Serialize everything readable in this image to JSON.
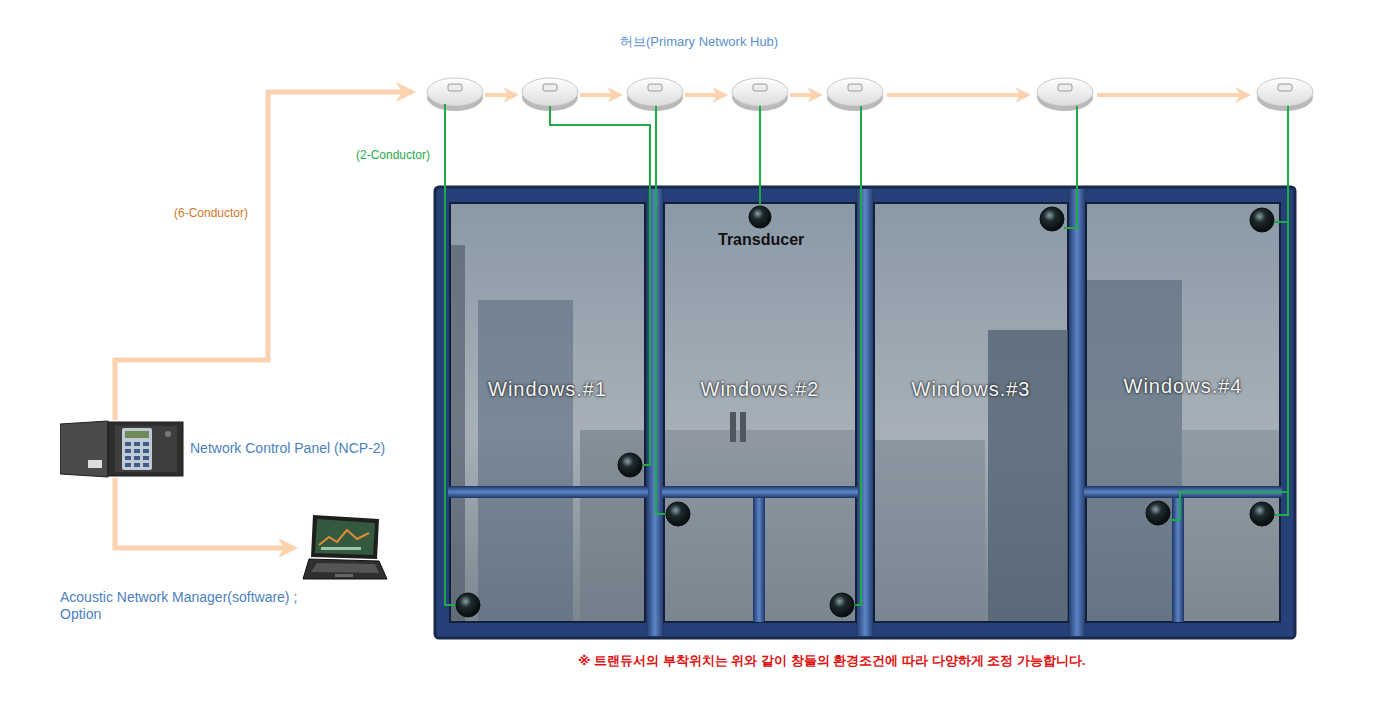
{
  "diagram": {
    "nodes": [
      {
        "text": [
          "Windows.#1"
        ]
      },
      {
        "text": [
          "Windows.#2"
        ]
      },
      {
        "text": [
          "Windows.#3"
        ]
      },
      {
        "text": [
          "Windows.#4"
        ]
      },
      {
        "text": [
          "Network Control Panel (NCP-2)"
        ]
      },
      {
        "text": [
          "Acoustic Network Manager(software) ; Option"
        ]
      }
    ],
    "edges": [
      {
        "from": 4,
        "to": 5,
        "arrow": "to"
      }
    ],
    "labels": [
      "허브(Primary Network Hub)",
      "(2-Conductor)",
      "(6-Conductor)",
      "Transducer",
      "※ 트랜듀서의 부착위치는 위와 같이 창들의 환경조건에 따라 다양하게 조정 가능합니다."
    ]
  }
}
